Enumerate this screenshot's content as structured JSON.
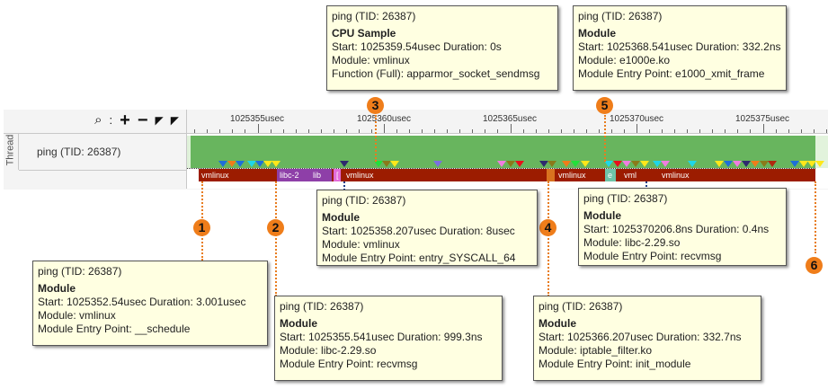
{
  "toolbar": {
    "icons": [
      "search-icon",
      "colon-separator",
      "zoom-in-icon",
      "zoom-out-icon",
      "zoom-back-icon",
      "zoom-reset-icon"
    ],
    "glyphs": [
      "⚲",
      ":",
      "+",
      "−",
      "◤",
      "◤"
    ]
  },
  "ruler": {
    "ticks": [
      "1025355usec",
      "1025360usec",
      "1025365usec",
      "1025370usec",
      "1025375usec"
    ]
  },
  "thread": {
    "group_label": "Thread",
    "row_label": "ping (TID: 26387)"
  },
  "modules": [
    {
      "label": "vmlinux",
      "color": "#9c1c00"
    },
    {
      "label": "libc-2",
      "color": "#8e3fa8"
    },
    {
      "label": "lib",
      "color": "#8e3fa8"
    },
    {
      "label": "[",
      "color": "#e36bd9"
    },
    {
      "label": "vmlinux",
      "color": "#9c1c00"
    },
    {
      "label": "",
      "color": "#d9731f"
    },
    {
      "label": "vmlinux",
      "color": "#9c1c00"
    },
    {
      "label": "e",
      "color": "#6fc4a8"
    },
    {
      "label": "vml",
      "color": "#9c1c00"
    },
    {
      "label": "vmlinux",
      "color": "#9c1c00"
    }
  ],
  "samples": {
    "colors": [
      "#1e6fd9",
      "#ef7d1a",
      "#1e6fd9",
      "#1ed7e8",
      "#1e6fd9",
      "#ffe81a",
      "#ffe81a",
      "#2e2a6e",
      "#22e03a",
      "#8a7a1a",
      "#ffe81a",
      "#7b6fe0",
      "#f07de0",
      "#8a7a1a",
      "#e8101a",
      "#2e2a6e",
      "#8a7a1a",
      "#ef7d1a",
      "#22e03a",
      "#ffe81a",
      "#1ed7e8",
      "#e8101a",
      "#f07de0",
      "#8a7a1a",
      "#ffe81a",
      "#1ed7e8",
      "#f07de0",
      "#1ed7e8",
      "#ffe81a",
      "#1e6fd9",
      "#f07de0",
      "#2e2a6e",
      "#ef7d1a",
      "#8a7a1a",
      "#b02a10",
      "#1e6fd9",
      "#ffe81a",
      "#ffe81a",
      "#ffe81a"
    ]
  },
  "callouts": [
    {
      "number": "1",
      "title": "ping (TID: 26387)",
      "kind": "Module",
      "line1": "Start: 1025352.54usec Duration: 3.001usec",
      "line2": "Module: vmlinux",
      "line3": "Module Entry Point: __schedule"
    },
    {
      "number": "2",
      "title": "ping (TID: 26387)",
      "kind": "Module",
      "line1": "Start: 1025355.541usec Duration: 999.3ns",
      "line2": "Module: libc-2.29.so",
      "line3": "Module Entry Point: recvmsg"
    },
    {
      "number": "3",
      "title": "ping (TID: 26387)",
      "kind": "CPU Sample",
      "line1": "Start: 1025359.54usec Duration: 0s",
      "line2": "Module: vmlinux",
      "line3": "Function (Full): apparmor_socket_sendmsg"
    },
    {
      "number": "4",
      "title": "ping (TID: 26387)",
      "kind": "Module",
      "line1": "Start: 1025366.207usec Duration: 332.7ns",
      "line2": "Module: iptable_filter.ko",
      "line3": "Module Entry Point: init_module"
    },
    {
      "number": "5",
      "title": "ping (TID: 26387)",
      "kind": "Module",
      "line1": "Start: 1025368.541usec Duration: 332.2ns",
      "line2": "Module: e1000e.ko",
      "line3": "Module Entry Point: e1000_xmit_frame"
    },
    {
      "number": "6",
      "title": "",
      "kind": "",
      "line1": "",
      "line2": "",
      "line3": ""
    }
  ],
  "hover_tips": [
    {
      "title": "ping (TID: 26387)",
      "kind": "Module",
      "line1": "Start: 1025358.207usec Duration: 8usec",
      "line2": "Module: vmlinux",
      "line3": "Module Entry Point: entry_SYSCALL_64"
    },
    {
      "title": "ping (TID: 26387)",
      "kind": "Module",
      "line1": "Start: 1025370206.8ns Duration: 0.4ns",
      "line2": "Module: libc-2.29.so",
      "line3": "Module Entry Point: recvmsg"
    }
  ]
}
